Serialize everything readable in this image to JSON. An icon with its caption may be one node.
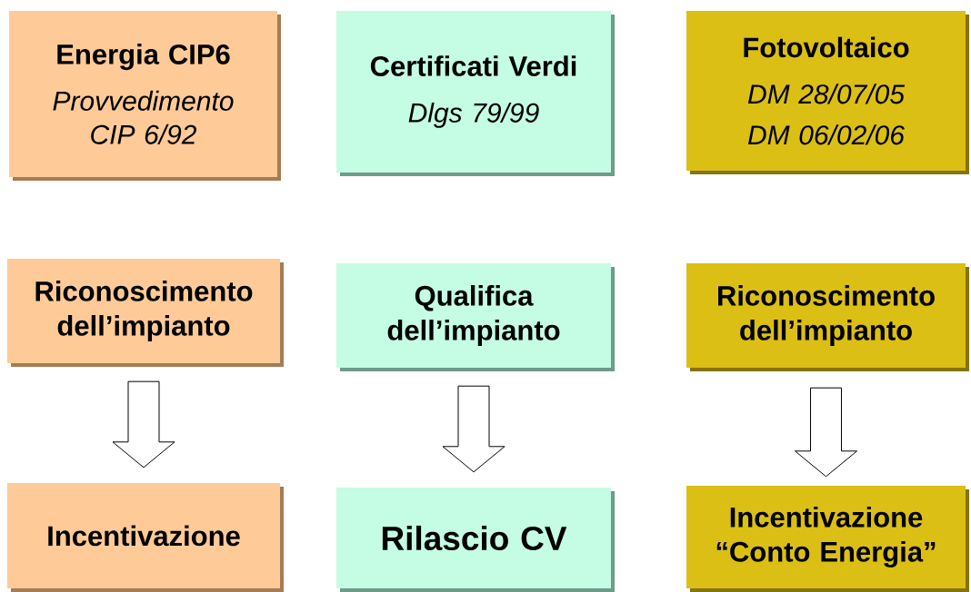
{
  "diagram": {
    "nodes": [
      {
        "text": [
          "Energia CIP6",
          "Provvedimento CIP 6/92"
        ]
      },
      {
        "text": [
          "Certificati Verdi",
          "Dlgs 79/99"
        ]
      },
      {
        "text": [
          "Fotovoltaico",
          "DM 28/07/05",
          "DM 06/02/06"
        ]
      },
      {
        "text": [
          "Riconoscimento dell’impianto"
        ]
      },
      {
        "text": [
          "Qualifica dell’impianto"
        ]
      },
      {
        "text": [
          "Riconoscimento dell’impianto"
        ]
      },
      {
        "text": [
          "Incentivazione"
        ]
      },
      {
        "text": [
          "Rilascio CV"
        ]
      },
      {
        "text": [
          "Incentivazione “Conto Energia”"
        ]
      }
    ],
    "edges": [
      {
        "from": 3,
        "to": 6,
        "arrow": "to"
      },
      {
        "from": 4,
        "to": 7,
        "arrow": "to"
      },
      {
        "from": 5,
        "to": 8,
        "arrow": "to"
      }
    ]
  }
}
